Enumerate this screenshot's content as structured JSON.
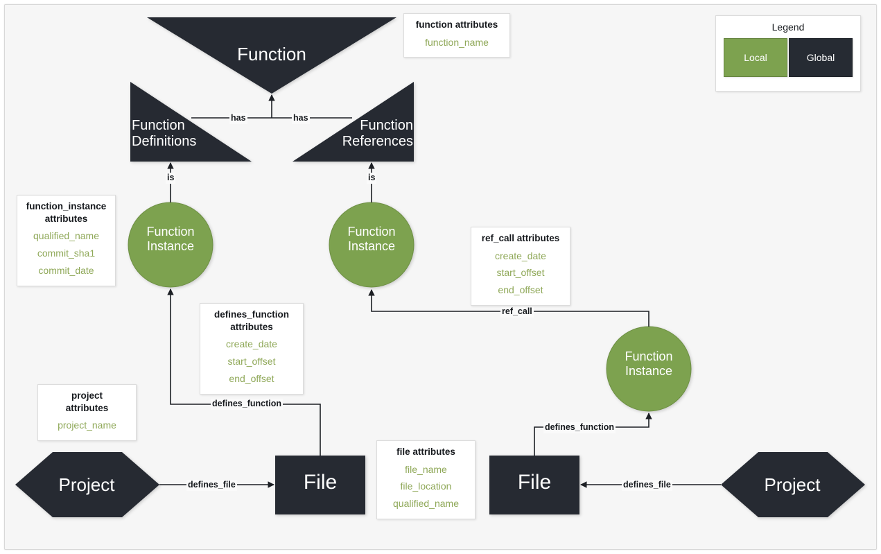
{
  "colors": {
    "global_fill": "#262b33",
    "local_fill": "#7da24f",
    "attribute_text": "#8fa858",
    "canvas_bg": "#f6f6f6",
    "line": "#1c1f24"
  },
  "legend": {
    "title": "Legend",
    "items": [
      {
        "label": "Local",
        "color": "#7da24f"
      },
      {
        "label": "Global",
        "color": "#262b33"
      }
    ]
  },
  "entities": {
    "function": {
      "label": "Function",
      "shape": "triangle-down",
      "scope": "global"
    },
    "function_definitions": {
      "label": "Function\nDefinitions",
      "shape": "right-triangle",
      "scope": "global"
    },
    "function_references": {
      "label": "Function\nReferences",
      "shape": "right-triangle",
      "scope": "global"
    },
    "function_instance_1": {
      "label": "Function\nInstance",
      "shape": "circle",
      "scope": "local"
    },
    "function_instance_2": {
      "label": "Function\nInstance",
      "shape": "circle",
      "scope": "local"
    },
    "function_instance_3": {
      "label": "Function\nInstance",
      "shape": "circle",
      "scope": "local"
    },
    "project_left": {
      "label": "Project",
      "shape": "hexagon",
      "scope": "global"
    },
    "project_right": {
      "label": "Project",
      "shape": "hexagon",
      "scope": "global"
    },
    "file_left": {
      "label": "File",
      "shape": "rectangle",
      "scope": "global"
    },
    "file_right": {
      "label": "File",
      "shape": "rectangle",
      "scope": "global"
    }
  },
  "relationships": {
    "has_left": "has",
    "has_right": "has",
    "is_left": "is",
    "is_right": "is",
    "defines_function_left": "defines_function",
    "defines_function_right": "defines_function",
    "defines_file_left": "defines_file",
    "defines_file_right": "defines_file",
    "ref_call": "ref_call"
  },
  "attribute_boxes": {
    "function": {
      "title": "function attributes",
      "items": [
        "function_name"
      ]
    },
    "function_instance": {
      "title": "function_instance\nattributes",
      "items": [
        "qualified_name",
        "commit_sha1",
        "commit_date"
      ]
    },
    "defines_function": {
      "title": "defines_function\nattributes",
      "items": [
        "create_date",
        "start_offset",
        "end_offset"
      ]
    },
    "ref_call": {
      "title": "ref_call attributes",
      "items": [
        "create_date",
        "start_offset",
        "end_offset"
      ]
    },
    "project": {
      "title": "project\nattributes",
      "items": [
        "project_name"
      ]
    },
    "file": {
      "title": "file attributes",
      "items": [
        "file_name",
        "file_location",
        "qualified_name"
      ]
    }
  }
}
